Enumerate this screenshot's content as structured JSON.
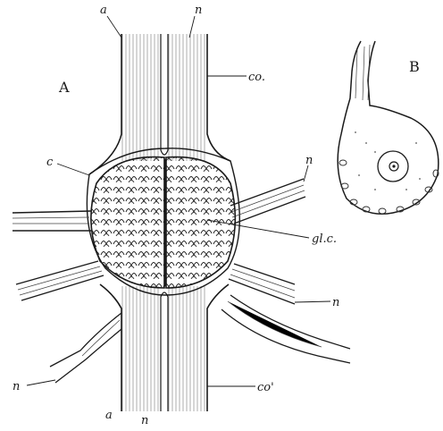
{
  "figure": {
    "panel_a": "A",
    "panel_b": "B",
    "labels": {
      "a_top": "a",
      "n_top": "n",
      "co": "co.",
      "c": "c",
      "n_right_upper": "n",
      "gl_c": "gl.c.",
      "n_right_lower": "n",
      "n_left_lower": "n",
      "co_prime": "co'",
      "a_bottom": "a",
      "n_bottom": "n"
    }
  }
}
